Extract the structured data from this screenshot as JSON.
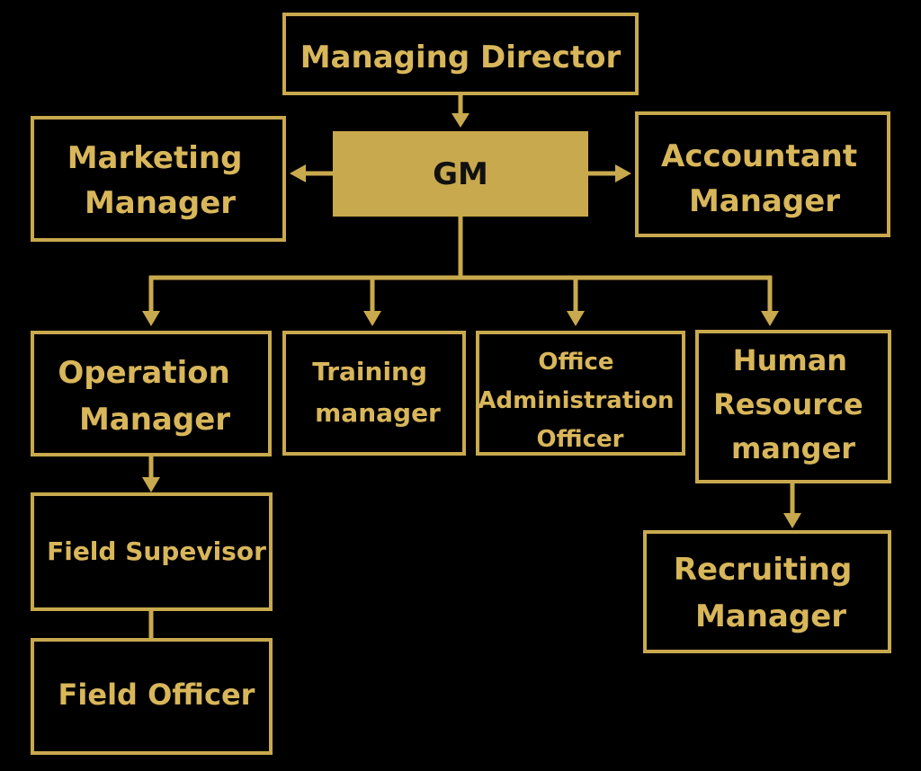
{
  "chart": {
    "colors": {
      "background": "#000000",
      "accent": "#c9a94e",
      "text": "#d8b65a",
      "text_on_accent": "#111111"
    },
    "nodes": {
      "managing_director": {
        "lines": [
          "Managing Director"
        ]
      },
      "gm": {
        "lines": [
          "GM"
        ]
      },
      "marketing_manager": {
        "lines": [
          "Marketing",
          "Manager"
        ]
      },
      "accountant_manager": {
        "lines": [
          "Accountant",
          "Manager"
        ]
      },
      "operation_manager": {
        "lines": [
          "Operation",
          "Manager"
        ]
      },
      "training_manager": {
        "lines": [
          "Training",
          "manager"
        ]
      },
      "office_administration_officer": {
        "lines": [
          "Office",
          "Administration",
          "Officer"
        ]
      },
      "human_resource_manager": {
        "lines": [
          "Human",
          "Resource",
          "manger"
        ]
      },
      "field_supervisor": {
        "lines": [
          "Field Supevisor"
        ]
      },
      "field_officer": {
        "lines": [
          "Field Officer"
        ]
      },
      "recruiting_manager": {
        "lines": [
          "Recruiting",
          "Manager"
        ]
      }
    }
  }
}
